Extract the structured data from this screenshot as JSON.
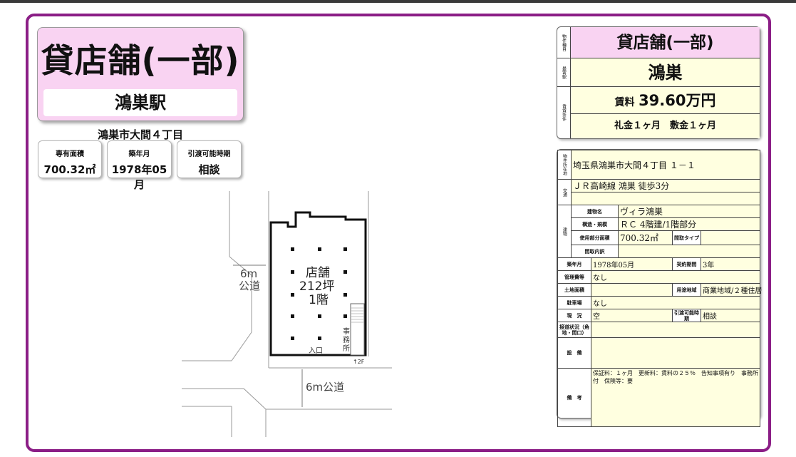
{
  "listing": {
    "type_title": "貸店舗(一部)",
    "station": "鴻巣駅",
    "address_short": "鴻巣市大間４丁目",
    "area_label": "専有面積",
    "area_value": "700.32㎡",
    "built_label": "築年月",
    "built_value": "1978年05月",
    "handover_label": "引渡可能時期",
    "handover_value": "相談"
  },
  "floor_plan": {
    "road_side": "6m\n公道",
    "road_bottom": "6m公道",
    "shop_label": "店舗",
    "shop_size": "212坪",
    "shop_floor": "1階",
    "entrance": "入口",
    "office": "事務所",
    "stairs": "↑2F"
  },
  "summary": {
    "side_type": "物件種目",
    "side_station": "最寄駅",
    "side_terms": "賃貸条件",
    "type": "貸店舗(一部)",
    "station": "鴻巣",
    "rent_label": "賃料",
    "rent_value": "39.60万円",
    "deposit": "礼金１ヶ月　敷金１ヶ月"
  },
  "details": {
    "side_location": "物件所在地",
    "location": "埼玉県鴻巣市大間４丁目 １－１",
    "side_transport": "交通",
    "transport": "ＪＲ高崎線 鴻巣 徒歩3分",
    "side_building": "建物",
    "building_name_label": "建物名",
    "building_name": "ヴィラ鴻巣",
    "structure_label": "構造・規模",
    "structure": "ＲＣ 4階建/1階部分",
    "usage_area_label": "使用部分面積",
    "usage_area": "700.32㎡",
    "layout_type_label": "間取タイプ",
    "layout_type": "",
    "layout_detail_label": "間取内訳",
    "layout_detail": "",
    "built_label": "築年月",
    "built": "1978年05月",
    "contract_label": "契約期間",
    "contract": "3年",
    "manager_label": "管理費等",
    "manager": "なし",
    "land_label": "土地面積",
    "land": "",
    "zoning_label": "用途地域",
    "zoning": "商業地域/２種住居",
    "parking_label": "駐車場",
    "parking": "なし",
    "status_label": "現　況",
    "status": "空",
    "handover_label": "引渡可能時期",
    "handover": "相談",
    "road_label": "接道状況（角地・間口）",
    "road": "",
    "facilities_label": "設　備",
    "facilities": "",
    "remarks_label": "備　考",
    "remarks": "保証料：１ヶ月　更新料：賃料の２５％　告知事項有り　事務所付　保険等：要"
  },
  "colors": {
    "frame": "#8b1e86",
    "title_bg": "#f9d3f2",
    "value_bg": "#ffffe0"
  }
}
